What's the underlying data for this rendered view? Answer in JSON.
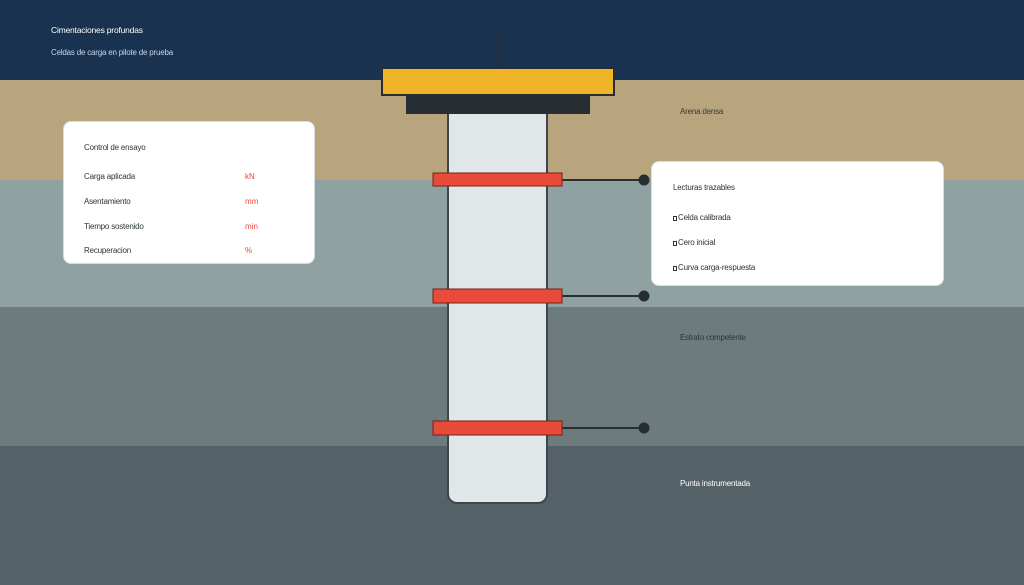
{
  "header": {
    "title": "Cimentaciones profundas",
    "subtitle": "Celdas de carga en pilote de prueba"
  },
  "layers": {
    "sand": "Arena densa",
    "stratum": "Estrato competente",
    "base": "Punta instrumentada"
  },
  "control_panel": {
    "title": "Control de ensayo",
    "rows": [
      {
        "label": "Carga aplicada",
        "unit": "kN"
      },
      {
        "label": "Asentamiento",
        "unit": "mm"
      },
      {
        "label": "Tiempo sostenido",
        "unit": "min"
      },
      {
        "label": "Recuperacion",
        "unit": "%"
      }
    ]
  },
  "readings_panel": {
    "title": "Lecturas trazables",
    "items": [
      {
        "label": "Celda calibrada"
      },
      {
        "label": "Cero inicial"
      },
      {
        "label": "Curva carga-respuesta"
      }
    ]
  },
  "colors": {
    "sky": "#18324f",
    "sand": "#b8a47d",
    "clay": "#8fa1a1",
    "stratum": "#6e7b7c",
    "base": "#546166",
    "load_plate": "#f0b429",
    "load_cell": "#e84b3a",
    "pile": "#e1e6e9",
    "cap": "#262d33"
  }
}
